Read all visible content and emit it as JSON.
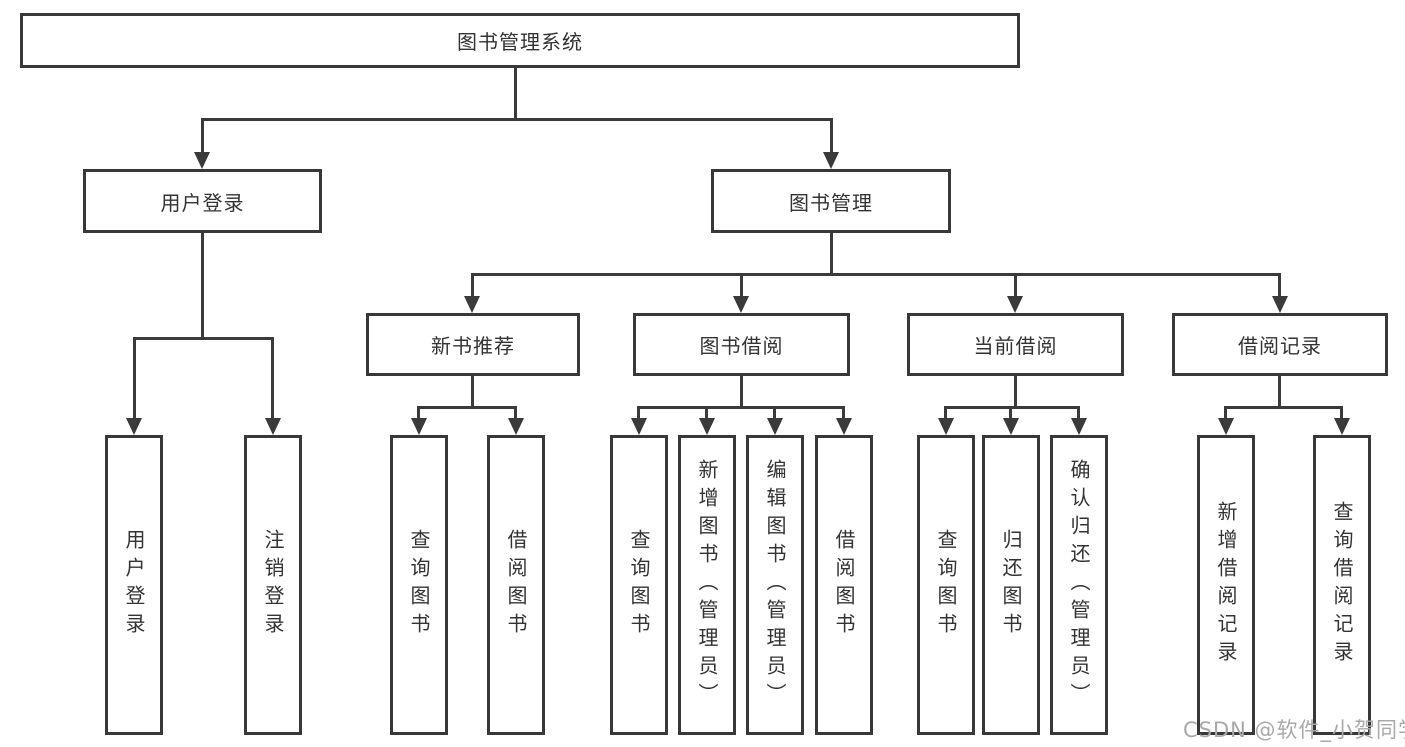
{
  "tree": {
    "root": {
      "label": "图书管理系统"
    },
    "children": [
      {
        "label": "用户登录",
        "children": [
          {
            "label": "用户登录"
          },
          {
            "label": "注销登录"
          }
        ]
      },
      {
        "label": "图书管理",
        "children": [
          {
            "label": "新书推荐",
            "children": [
              {
                "label": "查询图书"
              },
              {
                "label": "借阅图书"
              }
            ]
          },
          {
            "label": "图书借阅",
            "children": [
              {
                "label": "查询图书"
              },
              {
                "label": "新增图书（管理员）"
              },
              {
                "label": "编辑图书（管理员）"
              },
              {
                "label": "借阅图书"
              }
            ]
          },
          {
            "label": "当前借阅",
            "children": [
              {
                "label": "查询图书"
              },
              {
                "label": "归还图书"
              },
              {
                "label": "确认归还（管理员）"
              }
            ]
          },
          {
            "label": "借阅记录",
            "children": [
              {
                "label": "新增借阅记录"
              },
              {
                "label": "查询借阅记录"
              }
            ]
          }
        ]
      }
    ]
  },
  "watermark": {
    "text": "CSDN @软件_小贺同学"
  },
  "colors": {
    "line": "#3a3a3a",
    "border": "#383838",
    "text": "#333333",
    "background": "#ffffff",
    "watermark": "#a9a9a9"
  }
}
